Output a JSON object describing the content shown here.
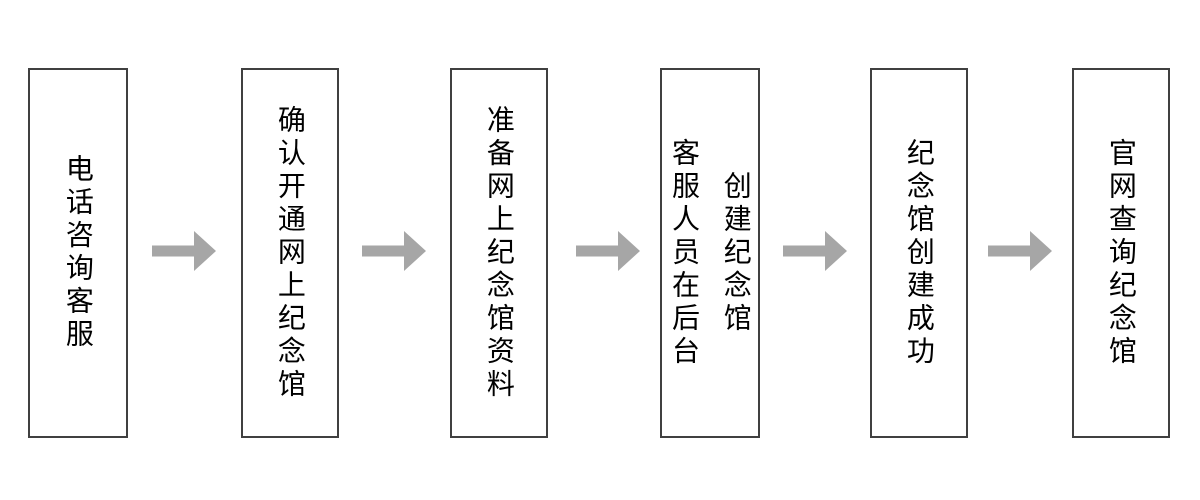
{
  "diagram": {
    "type": "flowchart",
    "orientation": "horizontal-left-to-right",
    "text_direction": "vertical-upright",
    "steps": [
      {
        "label": "电话咨询客服"
      },
      {
        "label": "确认开通网上纪念馆"
      },
      {
        "label": "准备网上纪念馆资料"
      },
      {
        "label": "客服人员在后台\n创建纪念馆"
      },
      {
        "label": "纪念馆创建成功"
      },
      {
        "label": "官网查询纪念馆"
      }
    ],
    "connectors": [
      {
        "from": "电话咨询客服",
        "to": "确认开通网上纪念馆",
        "style": "block-arrow-right"
      },
      {
        "from": "确认开通网上纪念馆",
        "to": "准备网上纪念馆资料",
        "style": "block-arrow-right"
      },
      {
        "from": "准备网上纪念馆资料",
        "to": "客服人员在后台创建纪念馆",
        "style": "block-arrow-right"
      },
      {
        "from": "客服人员在后台创建纪念馆",
        "to": "纪念馆创建成功",
        "style": "block-arrow-right"
      },
      {
        "from": "纪念馆创建成功",
        "to": "官网查询纪念馆",
        "style": "block-arrow-right"
      }
    ]
  },
  "colors": {
    "background": "#FFFFFF",
    "box_fill": "#FFFFFF",
    "box_border": "#404040",
    "text": "#000000",
    "arrow": "#A6A6A6"
  }
}
